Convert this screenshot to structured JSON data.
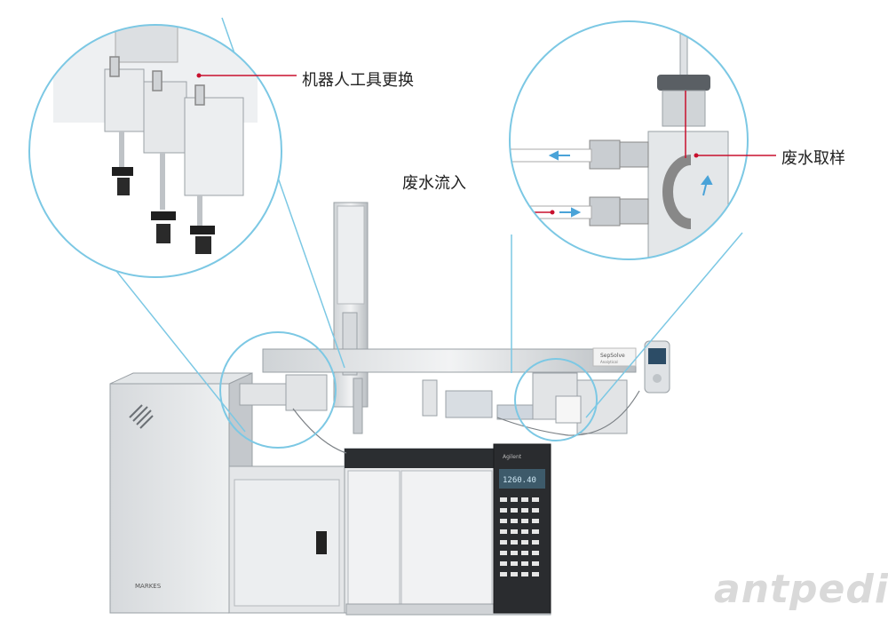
{
  "labels": {
    "robot_tool_change": "机器人工具更换",
    "wastewater_sampling": "废水取样",
    "wastewater_inflow": "废水流入"
  },
  "device_texts": {
    "brand_plate": "SepSolve",
    "brand_plate_sub": "Analytical",
    "cabinet_brand": "MARKES",
    "gc_display": "1260.40",
    "gc_brand": "Agilent"
  },
  "watermark": "antpedia",
  "colors": {
    "callout_circle": "#7cc8e4",
    "leader_line": "#c8102e",
    "flow_arrow": "#4aa3d8",
    "label_text": "#222222"
  }
}
